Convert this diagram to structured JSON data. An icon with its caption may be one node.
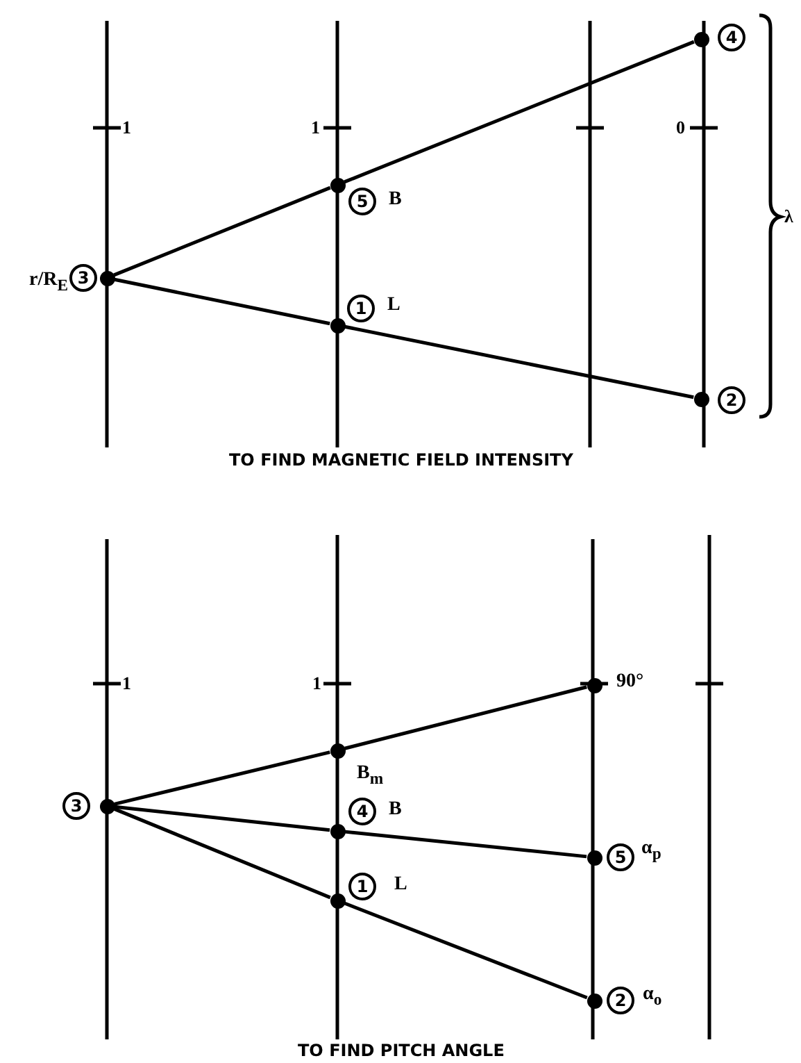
{
  "diagram": {
    "nodes": [
      {
        "text": [
          "3"
        ],
        "beside": [
          "r/R$_{E}$"
        ]
      },
      {
        "text": [
          "5"
        ],
        "beside": [
          "B"
        ]
      },
      {
        "text": [
          "4"
        ]
      },
      {
        "text": [
          "1"
        ],
        "beside": [
          "L"
        ]
      },
      {
        "text": [
          "2"
        ]
      },
      {
        "text": [
          "3"
        ]
      },
      {
        "text": [],
        "shape": "circle",
        "beside": [
          "B$_{m}$"
        ]
      },
      {
        "text": [],
        "shape": "circle",
        "beside": [
          "90°"
        ]
      },
      {
        "text": [
          "4"
        ],
        "beside": [
          "B"
        ]
      },
      {
        "text": [
          "5"
        ],
        "beside": [
          "α$_{p}$"
        ]
      },
      {
        "text": [
          "1"
        ],
        "beside": [
          "L"
        ]
      },
      {
        "text": [
          "2"
        ],
        "beside": [
          "α$_{o}$"
        ]
      }
    ],
    "edges": [
      {
        "from": 0,
        "to": 1,
        "arrow": "none"
      },
      {
        "from": 1,
        "to": 2,
        "arrow": "none"
      },
      {
        "from": 0,
        "to": 3,
        "arrow": "none"
      },
      {
        "from": 3,
        "to": 4,
        "arrow": "none"
      },
      {
        "from": 5,
        "to": 6,
        "arrow": "none"
      },
      {
        "from": 6,
        "to": 7,
        "arrow": "none"
      },
      {
        "from": 5,
        "to": 8,
        "arrow": "none"
      },
      {
        "from": 8,
        "to": 9,
        "arrow": "none"
      },
      {
        "from": 5,
        "to": 10,
        "arrow": "none"
      },
      {
        "from": 10,
        "to": 11,
        "arrow": "none"
      }
    ],
    "labels": [
      "1",
      "1",
      "0",
      "λ",
      "TO FIND MAGNETIC FIELD INTENSITY",
      "1",
      "1",
      "TO FIND PITCH ANGLE"
    ]
  }
}
